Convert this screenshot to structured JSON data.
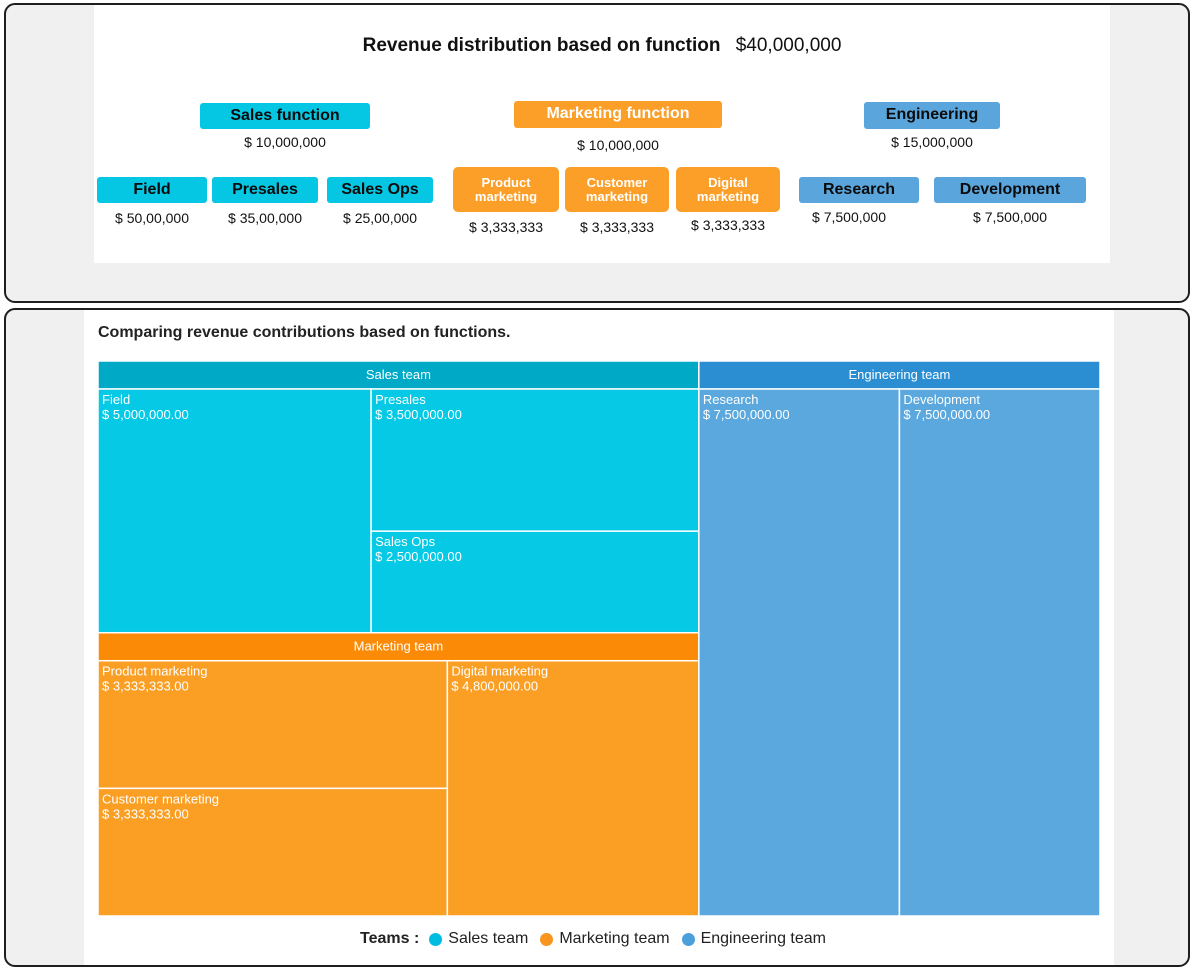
{
  "panel1": {
    "title": "Revenue distribution based on function",
    "total": "$40,000,000",
    "groups": {
      "sales": {
        "label": "Sales function",
        "amount": "$ 10,000,000"
      },
      "marketing": {
        "label": "Marketing  function",
        "amount": "$ 10,000,000"
      },
      "engineering": {
        "label": "Engineering",
        "amount": "$ 15,000,000"
      }
    },
    "children": {
      "field": {
        "label": "Field",
        "amount": "$ 50,00,000"
      },
      "presales": {
        "label": "Presales",
        "amount": "$ 35,00,000"
      },
      "salesops": {
        "label": "Sales Ops",
        "amount": "$ 25,00,000"
      },
      "product": {
        "line1": "Product",
        "line2": "marketing",
        "amount": "$ 3,333,333"
      },
      "customer": {
        "line1": "Customer",
        "line2": "marketing",
        "amount": "$ 3,333,333"
      },
      "digital": {
        "line1": "Digital",
        "line2": "marketing",
        "amount": "$ 3,333,333"
      },
      "research": {
        "label": "Research",
        "amount": "$ 7,500,000"
      },
      "development": {
        "label": "Development",
        "amount": "$ 7,500,000"
      }
    },
    "colors": {
      "sales": "#05c6e3",
      "marketing": "#fb9f28",
      "engineering": "#5aa6dc"
    }
  },
  "panel2": {
    "title": "Comparing revenue contributions based on functions.",
    "legend_label": "Teams :",
    "legend": [
      {
        "name": "Sales team",
        "color": "#00bde0"
      },
      {
        "name": "Marketing team",
        "color": "#f7951f"
      },
      {
        "name": "Engineering team",
        "color": "#4b9fdb"
      }
    ]
  },
  "chart_data": {
    "type": "treemap",
    "title": "Comparing revenue contributions based on functions.",
    "groups": [
      {
        "name": "Sales team",
        "header_color": "#00aac7",
        "color": "#05c9e5",
        "children": [
          {
            "name": "Field",
            "value": 5000000,
            "label": "$ 5,000,000.00"
          },
          {
            "name": "Presales",
            "value": 3500000,
            "label": "$ 3,500,000.00"
          },
          {
            "name": "Sales Ops",
            "value": 2500000,
            "label": "$ 2,500,000.00"
          }
        ]
      },
      {
        "name": "Marketing team",
        "header_color": "#fb8a06",
        "color": "#fb9f24",
        "children": [
          {
            "name": "Product marketing",
            "value": 3333333,
            "label": "$ 3,333,333.00"
          },
          {
            "name": "Customer marketing",
            "value": 3333333,
            "label": "$ 3,333,333.00"
          },
          {
            "name": "Digital marketing",
            "value": 4800000,
            "label": "$ 4,800,000.00"
          }
        ]
      },
      {
        "name": "Engineering team",
        "header_color": "#2b8ed3",
        "color": "#5aa8dd",
        "children": [
          {
            "name": "Research",
            "value": 7500000,
            "label": "$ 7,500,000.00"
          },
          {
            "name": "Development",
            "value": 7500000,
            "label": "$ 7,500,000.00"
          }
        ]
      }
    ]
  }
}
